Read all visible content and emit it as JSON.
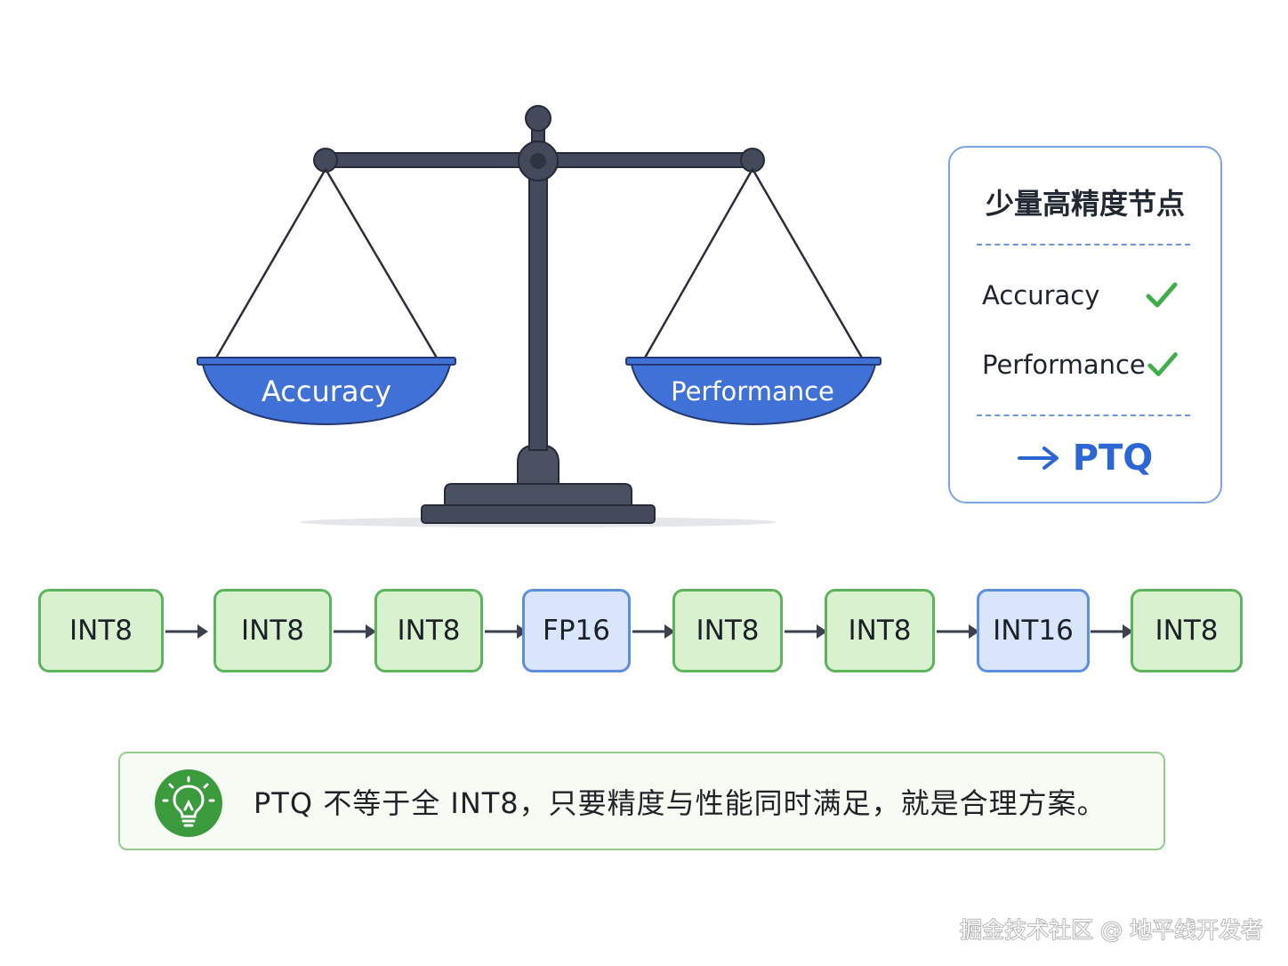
{
  "scale": {
    "left_pan_label": "Accuracy",
    "right_pan_label": "Performance"
  },
  "info_card": {
    "title": "少量高精度节点",
    "rows": [
      {
        "label": "Accuracy",
        "icon": "check-icon"
      },
      {
        "label": "Performance",
        "icon": "check-icon"
      }
    ],
    "result_label": "PTQ"
  },
  "flow": {
    "nodes": [
      {
        "label": "INT8",
        "type": "green"
      },
      {
        "label": "INT8",
        "type": "green"
      },
      {
        "label": "INT8",
        "type": "green"
      },
      {
        "label": "FP16",
        "type": "blue"
      },
      {
        "label": "INT8",
        "type": "green"
      },
      {
        "label": "INT8",
        "type": "green"
      },
      {
        "label": "INT16",
        "type": "blue"
      },
      {
        "label": "INT8",
        "type": "green"
      }
    ]
  },
  "tip": {
    "icon": "lightbulb-icon",
    "text": "PTQ 不等于全 INT8，只要精度与性能同时满足，就是合理方案。"
  },
  "watermark": "掘金技术社区 @ 地平线开发者",
  "colors": {
    "pan_blue": "#4071d6",
    "beam_dark": "#434a5c",
    "green_node_border": "#5cb55a",
    "green_node_fill": "#d9f1cf",
    "blue_node_border": "#5c8fe0",
    "blue_node_fill": "#d8e5fb",
    "check_green": "#3fae49",
    "ptq_blue": "#2c66d4"
  }
}
